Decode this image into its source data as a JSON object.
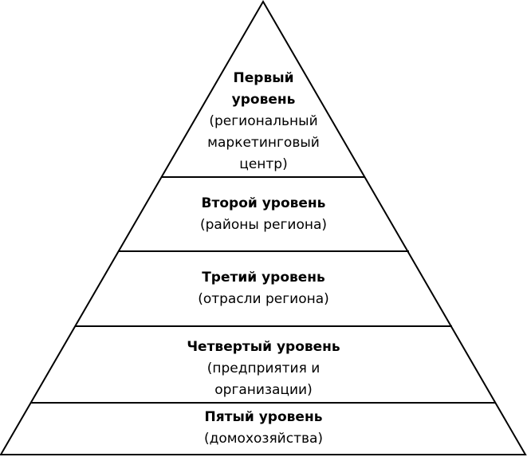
{
  "pyramid": {
    "levels": [
      {
        "title_line1": "Первый",
        "title_line2": "уровень",
        "desc_line1": "(региональный",
        "desc_line2": "маркетинговый",
        "desc_line3": "центр)"
      },
      {
        "title": "Второй уровень",
        "desc": "(районы региона)"
      },
      {
        "title": "Третий уровень",
        "desc": "(отрасли региона)"
      },
      {
        "title": "Четвертый уровень",
        "desc_line1": "(предприятия и",
        "desc_line2": "организации)"
      },
      {
        "title": "Пятый уровень",
        "desc": "(домохозяйства)"
      }
    ]
  }
}
